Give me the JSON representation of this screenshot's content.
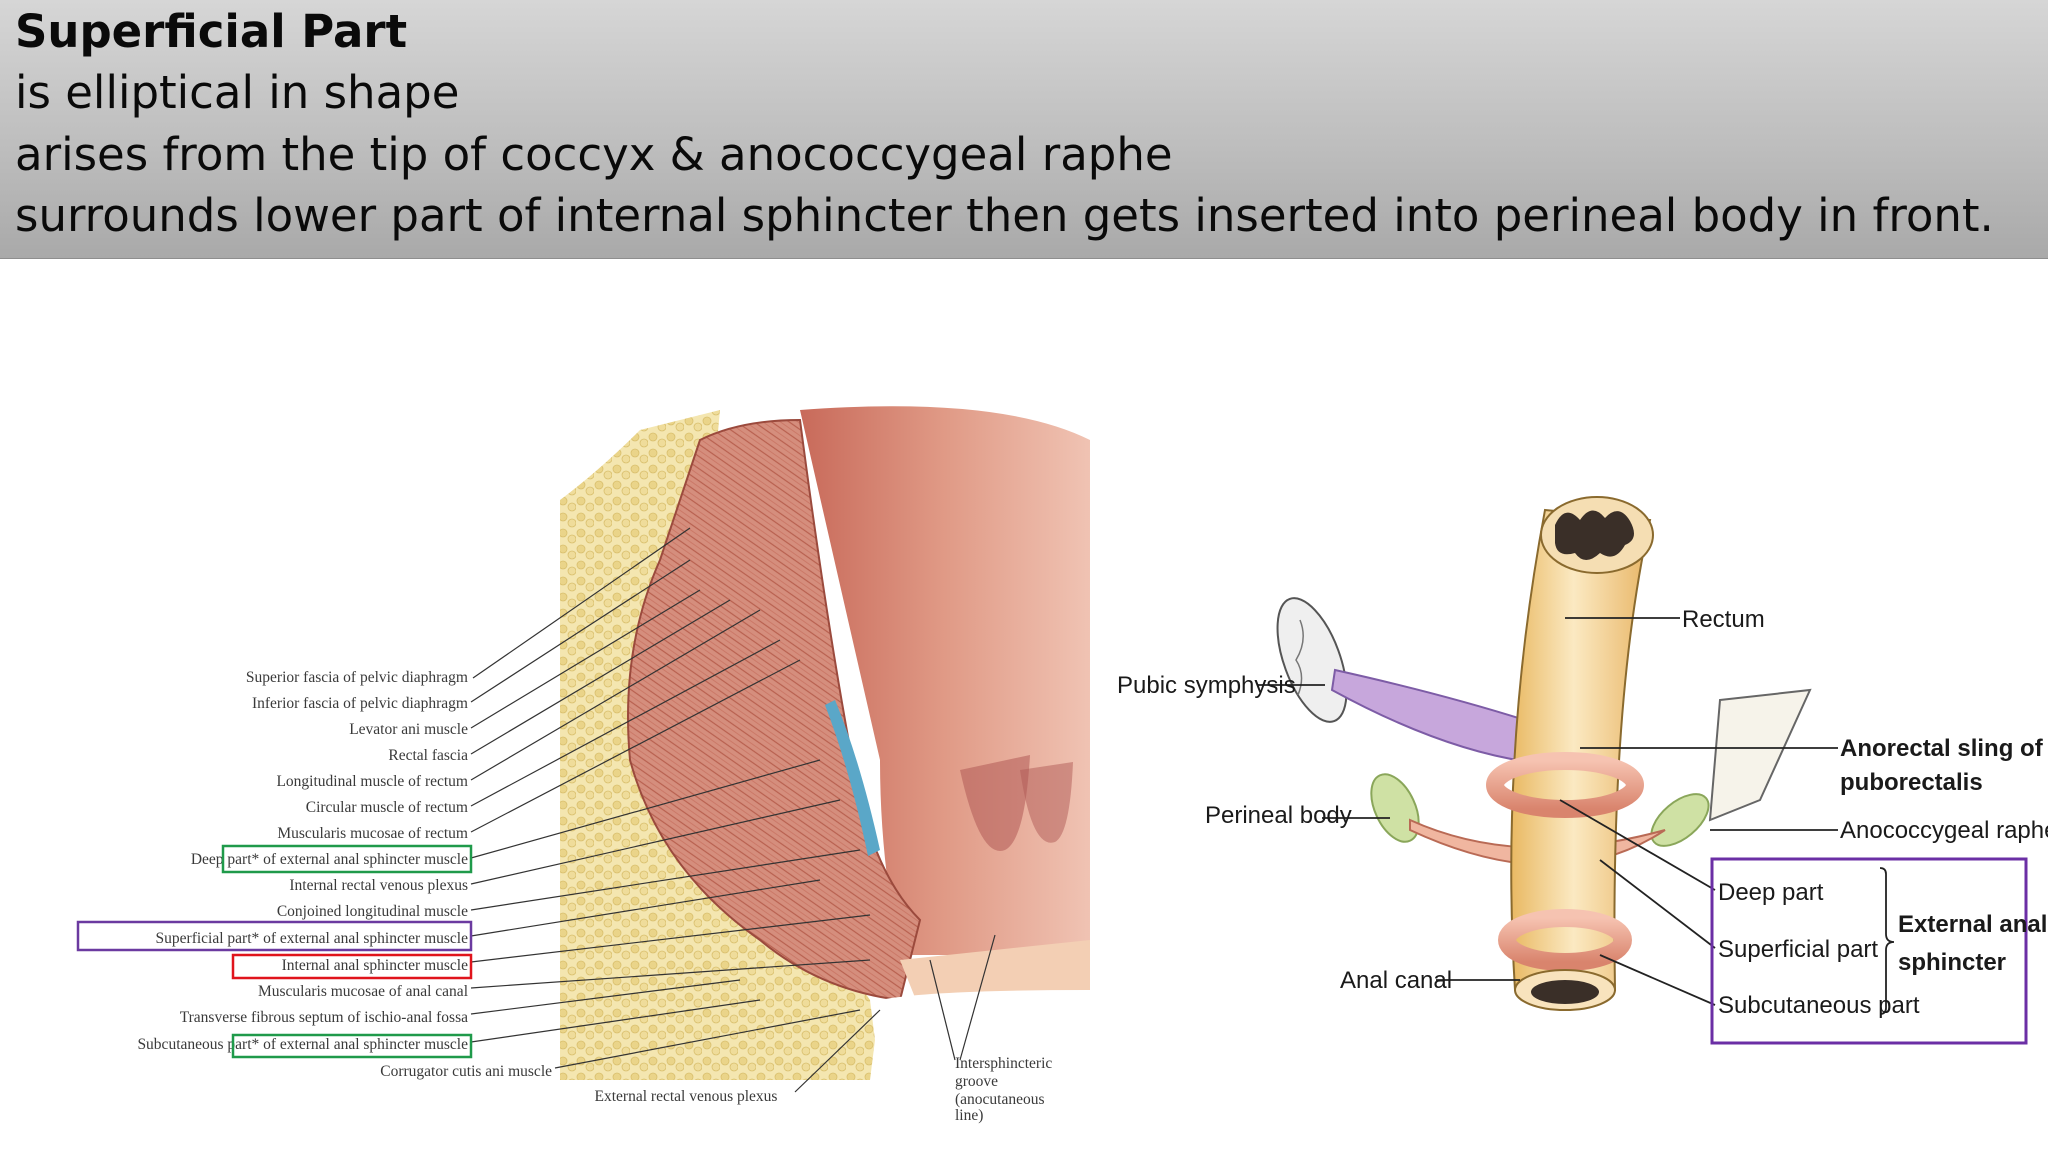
{
  "header": {
    "title": "Superficial Part",
    "lines": [
      "is elliptical in shape",
      "arises from the tip of coccyx & anococcygeal raphe",
      "surrounds lower part of internal sphincter then gets inserted into perineal body in front."
    ]
  },
  "left_figure": {
    "labels": [
      "Superior fascia of pelvic diaphragm",
      "Inferior fascia of pelvic diaphragm",
      "Levator ani muscle",
      "Rectal fascia",
      "Longitudinal muscle of rectum",
      "Circular muscle of rectum",
      "Muscularis mucosae of rectum",
      "Deep part* of external anal sphincter muscle",
      "Internal rectal venous plexus",
      "Conjoined longitudinal muscle",
      "Superficial part* of external anal sphincter muscle",
      "Internal anal sphincter muscle",
      "Muscularis mucosae of anal canal",
      "Transverse fibrous septum of ischio-anal fossa",
      "Subcutaneous part* of external anal sphincter muscle",
      "Corrugator cutis ani muscle"
    ],
    "bottom_label": "External rectal venous plexus",
    "groove_label": [
      "Intersphincteric",
      "groove",
      "(anocutaneous",
      "line)"
    ],
    "highlight_colors": {
      "green": "#1f9a4a",
      "purple": "#6b3aa0",
      "red": "#e0141c"
    }
  },
  "right_figure": {
    "rectum": "Rectum",
    "pubic_symphysis": "Pubic symphysis",
    "anorectal_sling": [
      "Anorectal sling of",
      "puborectalis"
    ],
    "anococcygeal_raphe": "Anococcygeal raphe",
    "perineal_body": "Perineal body",
    "anal_canal": "Anal canal",
    "parts": [
      "Deep part",
      "Superficial part",
      "Subcutaneous part"
    ],
    "group_label": [
      "External anal",
      "sphincter"
    ],
    "box_color": "#6b2fa5"
  }
}
